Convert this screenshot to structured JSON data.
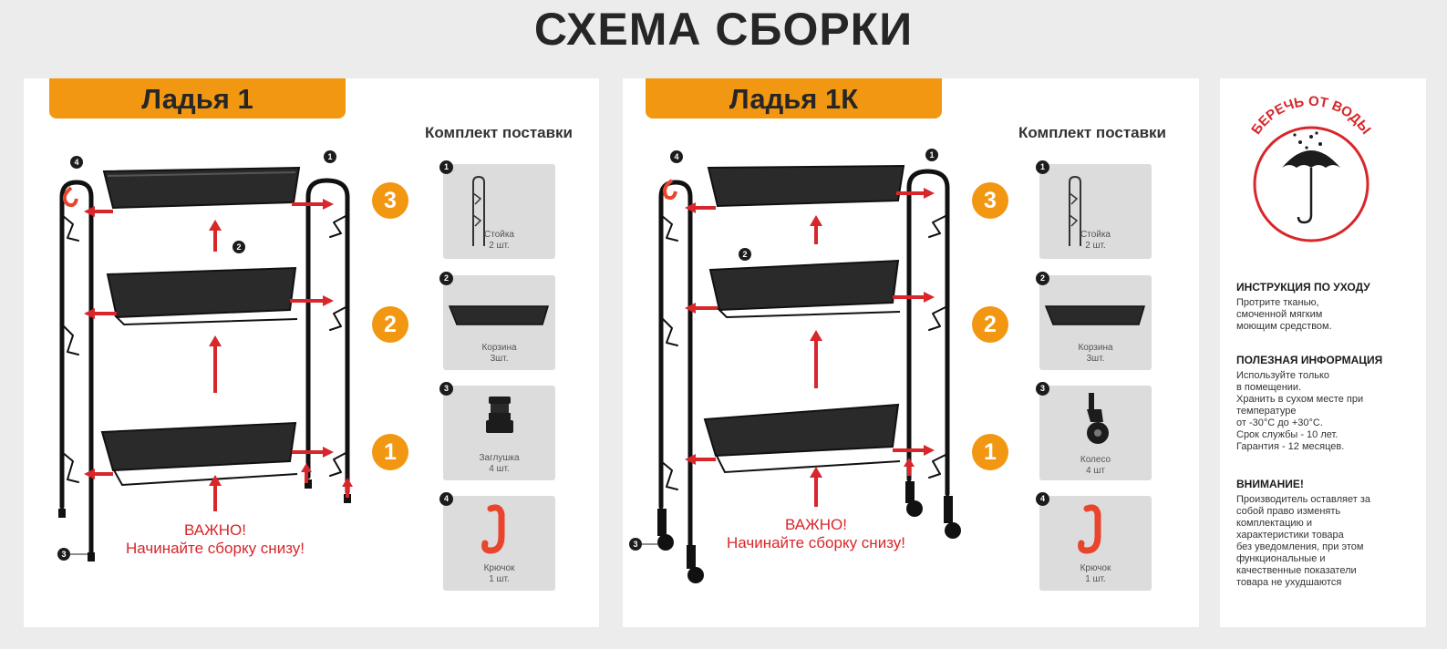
{
  "title": "СХЕМА СБОРКИ",
  "models": [
    {
      "name": "Ладья 1",
      "kit_title": "Комплект поставки",
      "parts": [
        {
          "num": "1",
          "name": "Стойка",
          "qty": "2 шт.",
          "icon": "rack-post-icon"
        },
        {
          "num": "2",
          "name": "Корзина",
          "qty": "3шт.",
          "icon": "mesh-basket-icon"
        },
        {
          "num": "3",
          "name": "Заглушка",
          "qty": "4 шт.",
          "icon": "foot-cap-icon"
        },
        {
          "num": "4",
          "name": "Крючок",
          "qty": "1 шт.",
          "icon": "hook-icon"
        }
      ],
      "steps": [
        "3",
        "2",
        "1"
      ],
      "callouts": [
        "4",
        "1",
        "2",
        "3"
      ],
      "warning_title": "ВАЖНО!",
      "warning_text": "Начинайте сборку снизу!"
    },
    {
      "name": "Ладья 1К",
      "kit_title": "Комплект поставки",
      "parts": [
        {
          "num": "1",
          "name": "Стойка",
          "qty": "2 шт.",
          "icon": "rack-post-icon"
        },
        {
          "num": "2",
          "name": "Корзина",
          "qty": "3шт.",
          "icon": "mesh-basket-icon"
        },
        {
          "num": "3",
          "name": "Колесо",
          "qty": "4 шт",
          "icon": "caster-wheel-icon"
        },
        {
          "num": "4",
          "name": "Крючок",
          "qty": "1 шт.",
          "icon": "hook-icon"
        }
      ],
      "steps": [
        "3",
        "2",
        "1"
      ],
      "callouts": [
        "4",
        "1",
        "2",
        "3"
      ],
      "warning_title": "ВАЖНО!",
      "warning_text": "Начинайте сборку снизу!"
    }
  ],
  "care": {
    "water_badge": "БЕРЕЧЬ ОТ ВОДЫ",
    "care_title": "ИНСТРУКЦИЯ ПО УХОДУ",
    "care_lines": [
      "Протрите тканью,",
      "смоченной мягким",
      "моющим средством."
    ],
    "info_title": "ПОЛЕЗНАЯ ИНФОРМАЦИЯ",
    "info_lines": [
      "Используйте только",
      "в помещении.",
      "Хранить в сухом месте при",
      "температуре",
      "от -30°С до +30°С.",
      "Срок службы - 10 лет.",
      "Гарантия - 12 месяцев."
    ],
    "warn_title": "ВНИМАНИЕ!",
    "warn_lines": [
      "Производитель оставляет за",
      "собой право изменять",
      "комплектацию и",
      "характеристики товара",
      "без уведомления, при этом",
      "функциональные и",
      "качественные показатели",
      "товара не ухудшаются"
    ]
  },
  "colors": {
    "accent": "#f29712",
    "arrow": "#d8262a",
    "hook": "#e8452c",
    "frame": "#111111"
  }
}
